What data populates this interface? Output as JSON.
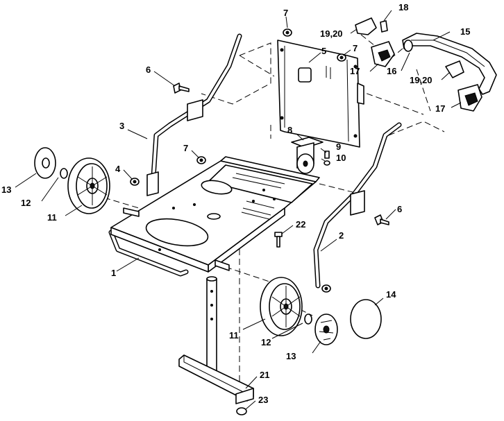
{
  "callouts": [
    {
      "id": "c1",
      "text": "1"
    },
    {
      "id": "c2",
      "text": "2"
    },
    {
      "id": "c3",
      "text": "3"
    },
    {
      "id": "c4",
      "text": "4"
    },
    {
      "id": "c5",
      "text": "5"
    },
    {
      "id": "c6a",
      "text": "6"
    },
    {
      "id": "c6b",
      "text": "6"
    },
    {
      "id": "c7a",
      "text": "7"
    },
    {
      "id": "c7b",
      "text": "7"
    },
    {
      "id": "c7c",
      "text": "7"
    },
    {
      "id": "c8",
      "text": "8"
    },
    {
      "id": "c9",
      "text": "9"
    },
    {
      "id": "c10",
      "text": "10"
    },
    {
      "id": "c11a",
      "text": "11"
    },
    {
      "id": "c11b",
      "text": "11"
    },
    {
      "id": "c12a",
      "text": "12"
    },
    {
      "id": "c12b",
      "text": "12"
    },
    {
      "id": "c13a",
      "text": "13"
    },
    {
      "id": "c13b",
      "text": "13"
    },
    {
      "id": "c14",
      "text": "14"
    },
    {
      "id": "c15",
      "text": "15"
    },
    {
      "id": "c16",
      "text": "16"
    },
    {
      "id": "c17a",
      "text": "17"
    },
    {
      "id": "c17b",
      "text": "17"
    },
    {
      "id": "c18",
      "text": "18"
    },
    {
      "id": "c1920a",
      "text": "19,20"
    },
    {
      "id": "c1920b",
      "text": "19,20"
    },
    {
      "id": "c21",
      "text": "21"
    },
    {
      "id": "c22",
      "text": "22"
    },
    {
      "id": "c23",
      "text": "23"
    }
  ]
}
